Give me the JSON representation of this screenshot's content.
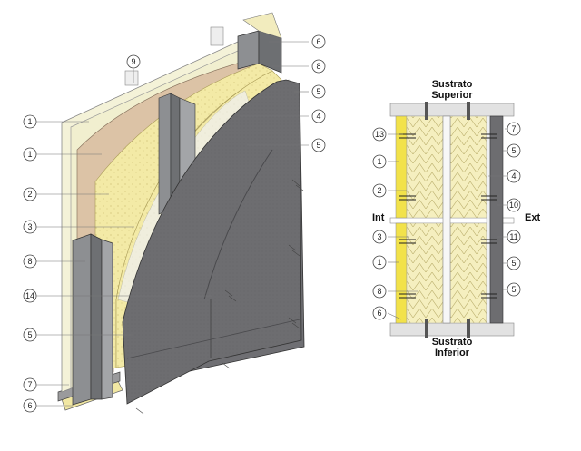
{
  "iso_callouts": [
    {
      "id": "iso-callout-9",
      "text": "9"
    },
    {
      "id": "iso-callout-1a",
      "text": "1"
    },
    {
      "id": "iso-callout-1b",
      "text": "1"
    },
    {
      "id": "iso-callout-2",
      "text": "2"
    },
    {
      "id": "iso-callout-3",
      "text": "3"
    },
    {
      "id": "iso-callout-8",
      "text": "8"
    },
    {
      "id": "iso-callout-14",
      "text": "14"
    },
    {
      "id": "iso-callout-5a",
      "text": "5"
    },
    {
      "id": "iso-callout-7",
      "text": "7"
    },
    {
      "id": "iso-callout-6a",
      "text": "6"
    },
    {
      "id": "iso-callout-6b",
      "text": "6"
    },
    {
      "id": "iso-callout-8b",
      "text": "8"
    },
    {
      "id": "iso-callout-5b",
      "text": "5"
    },
    {
      "id": "iso-callout-4",
      "text": "4"
    },
    {
      "id": "iso-callout-5c",
      "text": "5"
    }
  ],
  "section": {
    "top_label_1": "Sustrato",
    "top_label_2": "Superior",
    "bottom_label_1": "Sustrato",
    "bottom_label_2": "Inferior",
    "int_label": "Int",
    "ext_label": "Ext",
    "callouts": [
      {
        "id": "sec-callout-13",
        "text": "13"
      },
      {
        "id": "sec-callout-1a",
        "text": "1"
      },
      {
        "id": "sec-callout-2",
        "text": "2"
      },
      {
        "id": "sec-callout-3",
        "text": "3"
      },
      {
        "id": "sec-callout-1b",
        "text": "1"
      },
      {
        "id": "sec-callout-8",
        "text": "8"
      },
      {
        "id": "sec-callout-6",
        "text": "6"
      },
      {
        "id": "sec-callout-7",
        "text": "7"
      },
      {
        "id": "sec-callout-5a",
        "text": "5"
      },
      {
        "id": "sec-callout-4",
        "text": "4"
      },
      {
        "id": "sec-callout-10",
        "text": "10"
      },
      {
        "id": "sec-callout-11",
        "text": "11"
      },
      {
        "id": "sec-callout-5b",
        "text": "5"
      },
      {
        "id": "sec-callout-5c",
        "text": "5"
      }
    ]
  },
  "colors": {
    "gypsum": "#f1efcf",
    "brown_board": "#dcc3a6",
    "insulation": "#f3eaa6",
    "membrane": "#eef0f4",
    "cladding": "#7b7b7e",
    "cladding_dark": "#5c5c60",
    "steel": "#8d8f92",
    "yellow_board": "#f2e24a"
  }
}
